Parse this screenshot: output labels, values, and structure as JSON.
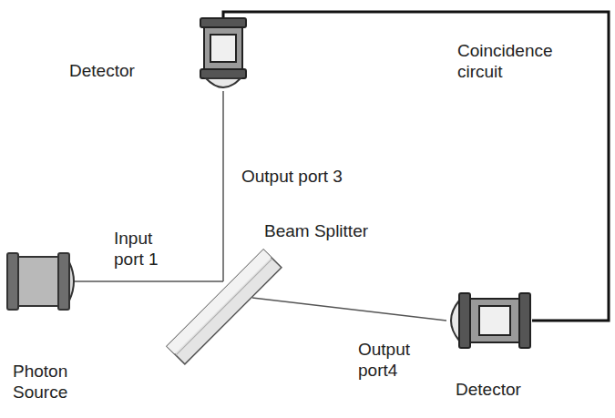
{
  "diagram": {
    "nodes": [
      {
        "text": [
          "Photon Source"
        ]
      },
      {
        "text": [
          "Beam Splitter"
        ]
      },
      {
        "text": [
          "Detector"
        ]
      },
      {
        "text": [
          "Detector"
        ]
      }
    ],
    "edges": [
      {
        "from": 0,
        "to": 1,
        "arrow": "none",
        "label": "Input port 1"
      },
      {
        "from": 1,
        "to": 2,
        "arrow": "none",
        "label": "Output port 3"
      },
      {
        "from": 1,
        "to": 3,
        "arrow": "none",
        "label": "Output port4"
      },
      {
        "from": 2,
        "to": 3,
        "arrow": "none",
        "label": "Coincidence circuit"
      }
    ]
  }
}
